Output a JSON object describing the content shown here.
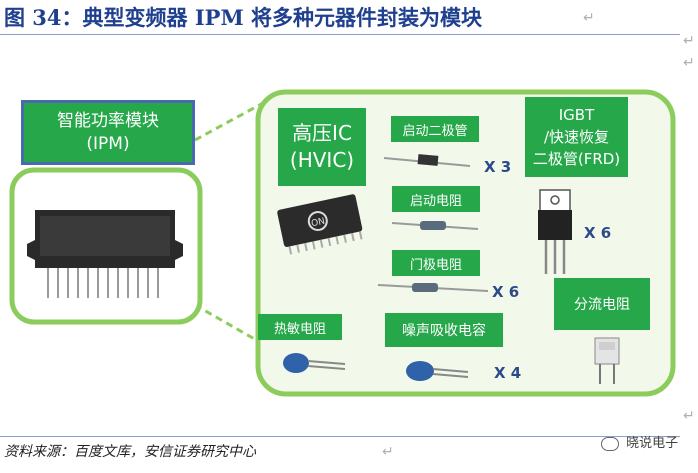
{
  "figure": {
    "title": "图 34：典型变频器 IPM 将多种元器件封装为模块",
    "ipm_label_line1": "智能功率模块",
    "ipm_label_line2": "(IPM)",
    "components": {
      "hvic_line1": "高压IC",
      "hvic_line2": "(HVIC)",
      "startup_diode": "启动二极管",
      "startup_diode_qty": "X 3",
      "startup_resistor": "启动电阻",
      "gate_resistor": "门极电阻",
      "gate_resistor_qty": "X 6",
      "thermistor": "热敏电阻",
      "snubber_cap": "噪声吸收电容",
      "snubber_cap_qty": "X 4",
      "igbt_line1": "IGBT",
      "igbt_line2": "/快速恢复",
      "igbt_line3": "二极管(FRD)",
      "igbt_qty": "X 6",
      "shunt_resistor": "分流电阻"
    },
    "source": "资料来源：百度文库，安信证券研究中心",
    "watermark": "晓说电子"
  },
  "colors": {
    "title": "#1f3f8f",
    "accent_green": "#26a84a",
    "frame_green": "#8ccc5c",
    "panel_bg": "#f2f8ea"
  }
}
